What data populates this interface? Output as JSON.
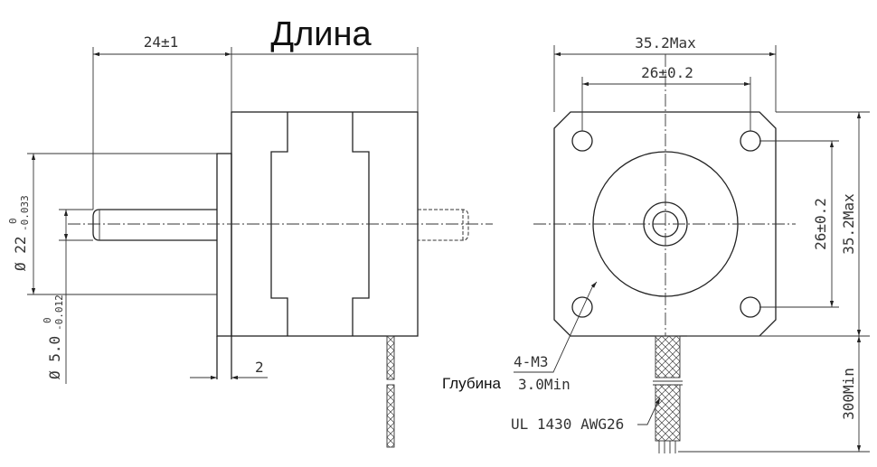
{
  "title": "Длина",
  "side_view": {
    "length_dim": "24±1",
    "flange_dim": "2",
    "pilot_dia": {
      "main": "Ø 22",
      "upper_tol": "0",
      "lower_tol": "-0.033"
    },
    "shaft_dia": {
      "main": "Ø 5.0",
      "upper_tol": "0",
      "lower_tol": "-0.012"
    }
  },
  "front_view": {
    "width_dim": "35.2Max",
    "hole_spacing_h": "26±0.2",
    "hole_spacing_v": "26±0.2",
    "height_dim": "35.2Max",
    "wire_length": "300Min",
    "thread_label": "4-M3",
    "depth_label_ru": "Глубина",
    "depth_value": "3.0Min",
    "wire_spec": "UL 1430 AWG26"
  }
}
